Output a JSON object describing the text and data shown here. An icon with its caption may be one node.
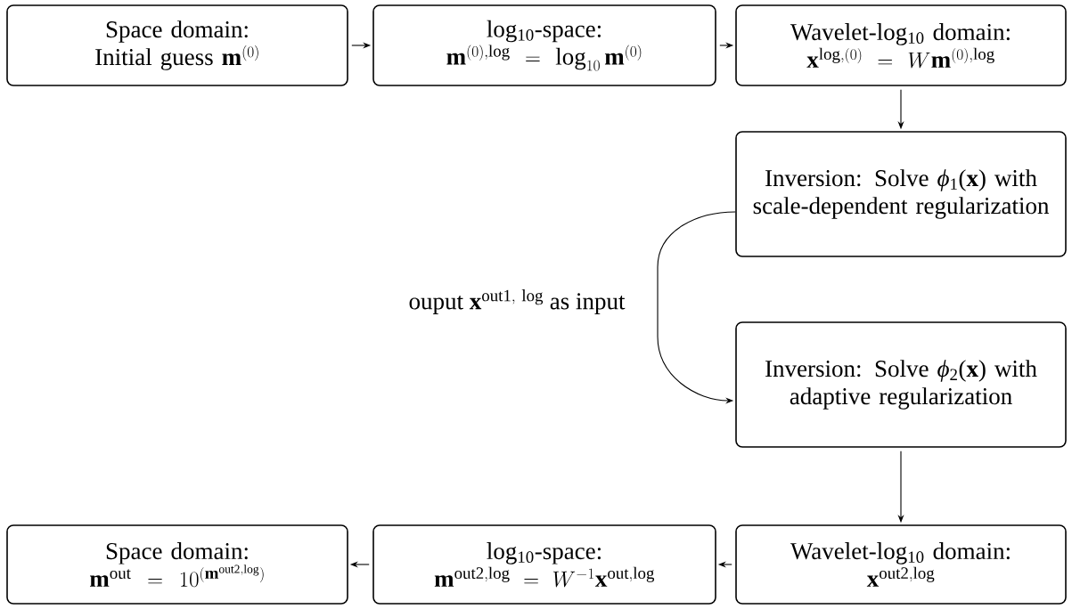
{
  "diagram": {
    "nodes": [
      {
        "text": [
          "Space domain:",
          "\\mbox{Initial guess }\\mathbf{m}^{(0)}"
        ]
      },
      {
        "text": [
          "log$_{10}$-space:",
          "\\mathbf{m}^{(0),\\log} = \\log_{10}\\mathbf{m}^{(0)}"
        ]
      },
      {
        "text": [
          "Wavelet-log$_{10}$ domain:",
          "\\mathbf{x}^{\\log,(0)} = W\\mathbf{m}^{(0),\\log}"
        ]
      },
      {
        "text": [
          "Inversion: Solve *ϕ*$_{1}$(**x**) with scale-dependent regularization"
        ]
      },
      {
        "text": [
          "Inversion: Solve *ϕ*$_{2}$(**x**) with adaptive regularization"
        ]
      },
      {
        "text": [
          "Wavelet-log$_{10}$ domain:",
          "\\mathbf{x}^{\\mathrm{out2},\\log}"
        ]
      },
      {
        "text": [
          "log$_{10}$-space:",
          "\\mathbf{m}^{\\mathrm{out2},\\log} = W^{-1}\\mathbf{x}^{\\mathrm{out},\\log}"
        ]
      },
      {
        "text": [
          "Space domain:",
          "\\mathbf{m}^{\\mathrm{out}} = 10^{(\\mathbf{m}^{\\mathrm{out2},\\log})}"
        ]
      }
    ],
    "edges": [
      {
        "from": 0,
        "to": 1,
        "arrow": "to"
      },
      {
        "from": 1,
        "to": 2,
        "arrow": "to"
      },
      {
        "from": 2,
        "to": 3,
        "arrow": "to"
      },
      {
        "from": 3,
        "to": 4,
        "arrow": "to",
        "label": "\\mbox{ouput }\\mathbf{x}^{\\mathrm{out1,\\ log}}\\mbox{ as input}"
      },
      {
        "from": 4,
        "to": 5,
        "arrow": "to"
      },
      {
        "from": 5,
        "to": 6,
        "arrow": "to"
      },
      {
        "from": 6,
        "to": 7,
        "arrow": "to"
      }
    ]
  }
}
